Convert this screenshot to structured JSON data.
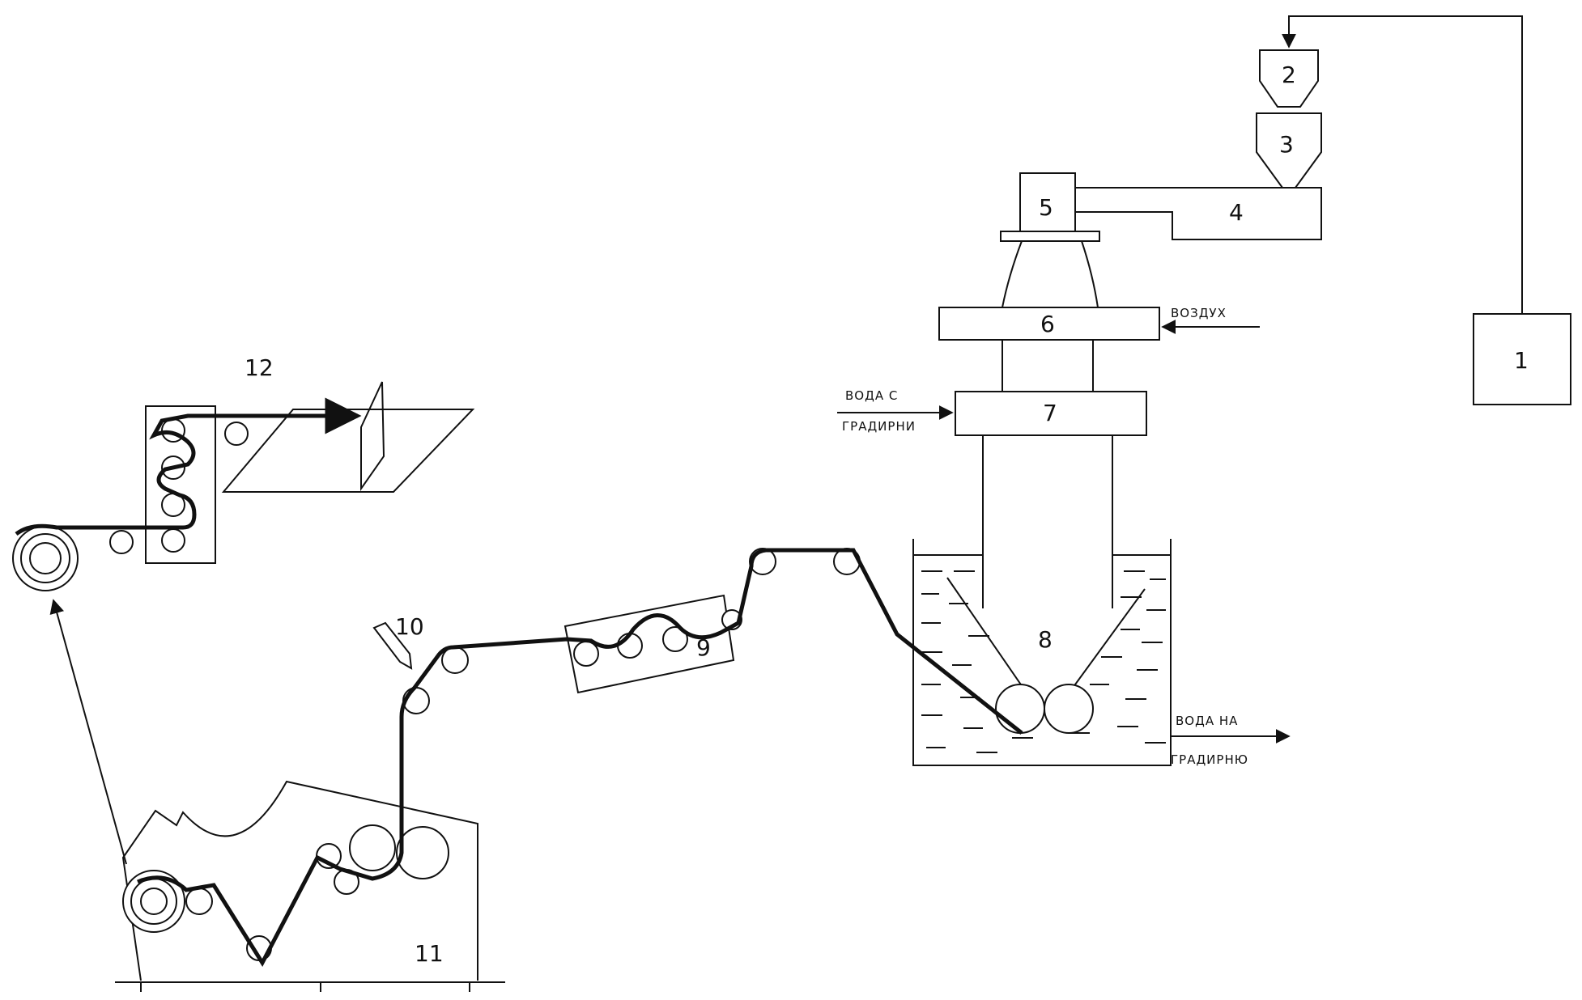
{
  "labels": {
    "n1": "1",
    "n2": "2",
    "n3": "3",
    "n4": "4",
    "n5": "5",
    "n6": "6",
    "n7": "7",
    "n8": "8",
    "n9": "9",
    "n10": "10",
    "n11": "11",
    "n12": "12"
  },
  "annotations": {
    "air": "ВОЗДУХ",
    "water_in_1": "ВОДА С",
    "water_in_2": "ГРАДИРНИ",
    "water_out_1": "ВОДА НА",
    "water_out_2": "ГРАДИРНЮ"
  }
}
